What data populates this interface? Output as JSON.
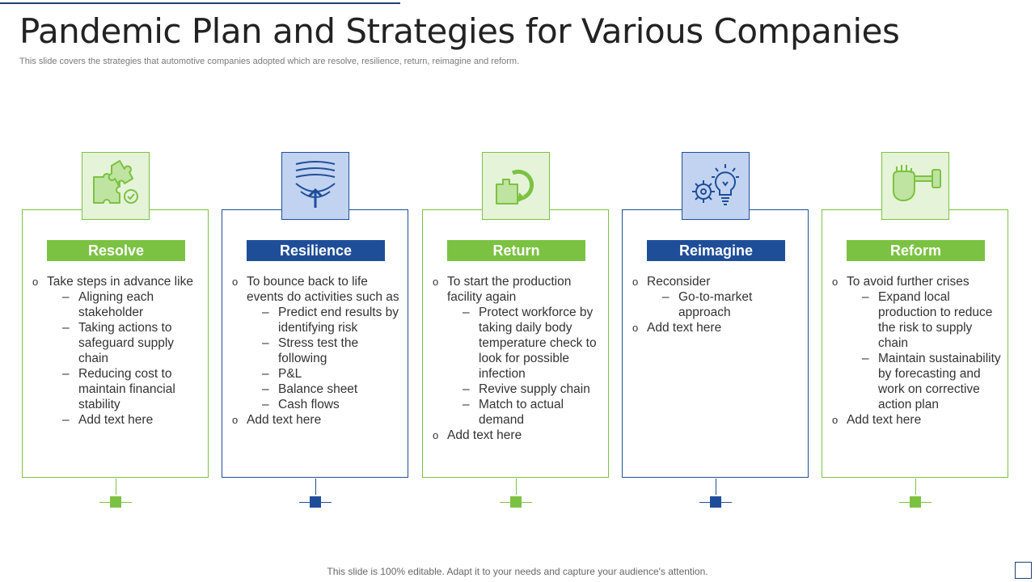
{
  "title": "Pandemic Plan and Strategies for Various Companies",
  "subtitle": "This slide covers the strategies that automotive companies adopted which are resolve, resilience, return, reimagine and reform.",
  "footer": "This slide is 100% editable. Adapt it to your needs and capture your audience's attention.",
  "colors": {
    "green": "#7cc242",
    "blue": "#1f4e99",
    "green_light": "#e5f3d8",
    "blue_light": "#c2d3f1"
  },
  "cards": [
    {
      "label": "Resolve",
      "icon": "puzzle-icon",
      "color": "green",
      "items": [
        {
          "text": "Take steps in advance like",
          "sub": [
            "Aligning each stakeholder",
            "Taking actions to safeguard supply chain",
            "Reducing cost to maintain financial stability",
            "Add text here"
          ]
        }
      ]
    },
    {
      "label": "Resilience",
      "icon": "bounce-up-icon",
      "color": "blue",
      "items": [
        {
          "text": "To bounce back to life events do activities such as",
          "sub": [
            "Predict end results by identifying risk",
            "Stress test the following",
            " P&L",
            "Balance sheet",
            "Cash flows"
          ]
        },
        {
          "text": "Add text here",
          "sub": []
        }
      ]
    },
    {
      "label": "Return",
      "icon": "return-cycle-icon",
      "color": "green",
      "items": [
        {
          "text": "To start the production facility again",
          "sub": [
            "Protect workforce by taking daily body temperature check to look for possible infection",
            "Revive supply chain",
            "Match to actual demand"
          ]
        },
        {
          "text": "Add text here",
          "sub": []
        }
      ]
    },
    {
      "label": "Reimagine",
      "icon": "bulb-gear-icon",
      "color": "blue",
      "items": [
        {
          "text": "Reconsider",
          "sub": [
            "Go-to-market approach"
          ]
        },
        {
          "text": "Add text here",
          "sub": []
        }
      ]
    },
    {
      "label": "Reform",
      "icon": "fist-hammer-icon",
      "color": "green",
      "items": [
        {
          "text": "To avoid further  crises",
          "sub": [
            "Expand local production to reduce the risk to supply chain",
            "Maintain sustainability by forecasting and work on corrective action plan"
          ]
        },
        {
          "text": "Add text here",
          "sub": []
        }
      ]
    }
  ]
}
